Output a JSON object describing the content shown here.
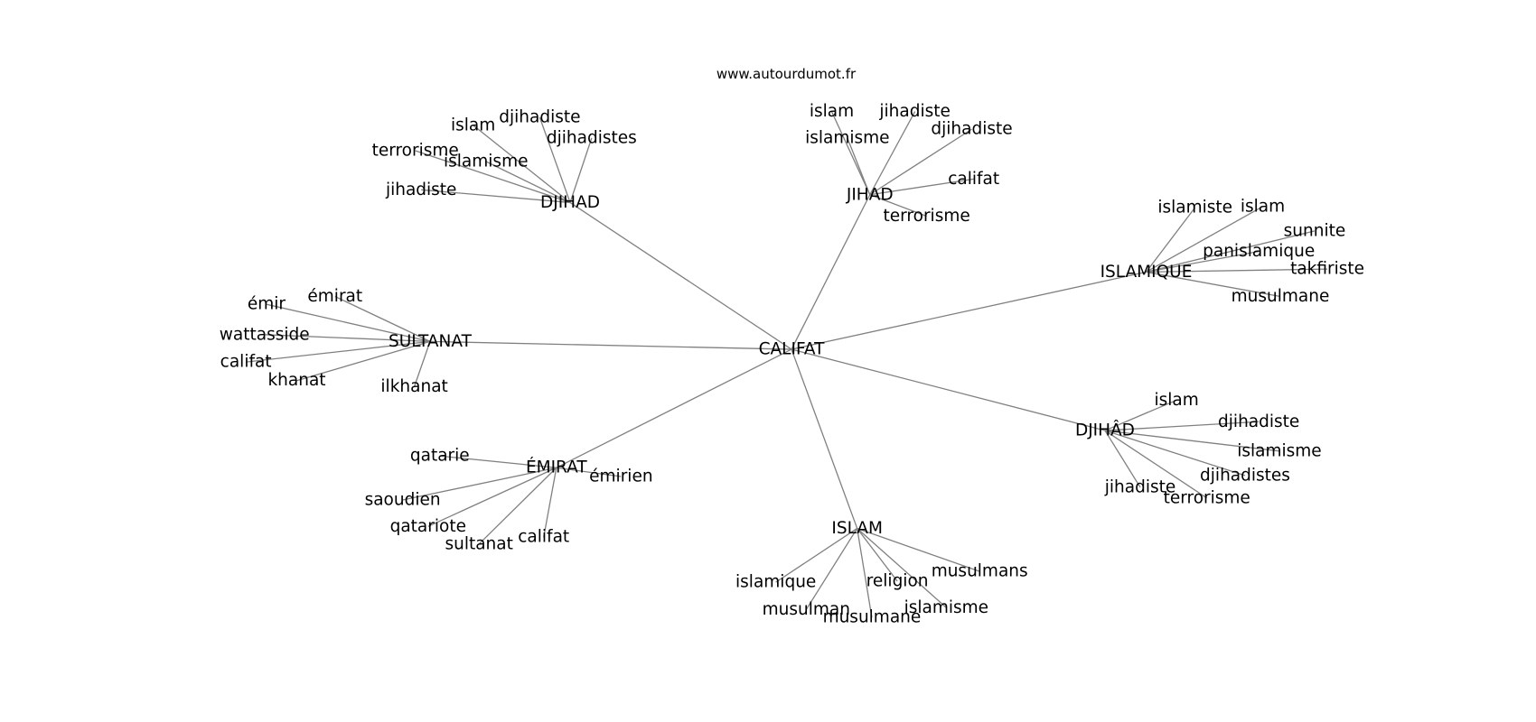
{
  "title": "www.autourdumot.fr",
  "graph": {
    "center": "CALIFAT",
    "hubs": [
      {
        "label": "DJIHAD",
        "children": [
          "islam",
          "djihadiste",
          "djihadistes",
          "terrorisme",
          "islamisme",
          "jihadiste"
        ]
      },
      {
        "label": "JIHAD",
        "children": [
          "islam",
          "jihadiste",
          "islamisme",
          "djihadiste",
          "califat",
          "terrorisme"
        ]
      },
      {
        "label": "ISLAMIQUE",
        "children": [
          "islamiste",
          "islam",
          "sunnite",
          "panislamique",
          "takfiriste",
          "musulmane"
        ]
      },
      {
        "label": "DJIHÂD",
        "children": [
          "islam",
          "djihadiste",
          "islamisme",
          "djihadistes",
          "jihadiste",
          "terrorisme"
        ]
      },
      {
        "label": "ISLAM",
        "children": [
          "islamique",
          "musulman",
          "musulmane",
          "religion",
          "islamisme",
          "musulmans"
        ]
      },
      {
        "label": "ÉMIRAT",
        "children": [
          "qatarie",
          "émirien",
          "saoudien",
          "qatariote",
          "sultanat",
          "califat"
        ]
      },
      {
        "label": "SULTANAT",
        "children": [
          "émir",
          "émirat",
          "wattasside",
          "califat",
          "khanat",
          "ilkhanat"
        ]
      }
    ]
  }
}
